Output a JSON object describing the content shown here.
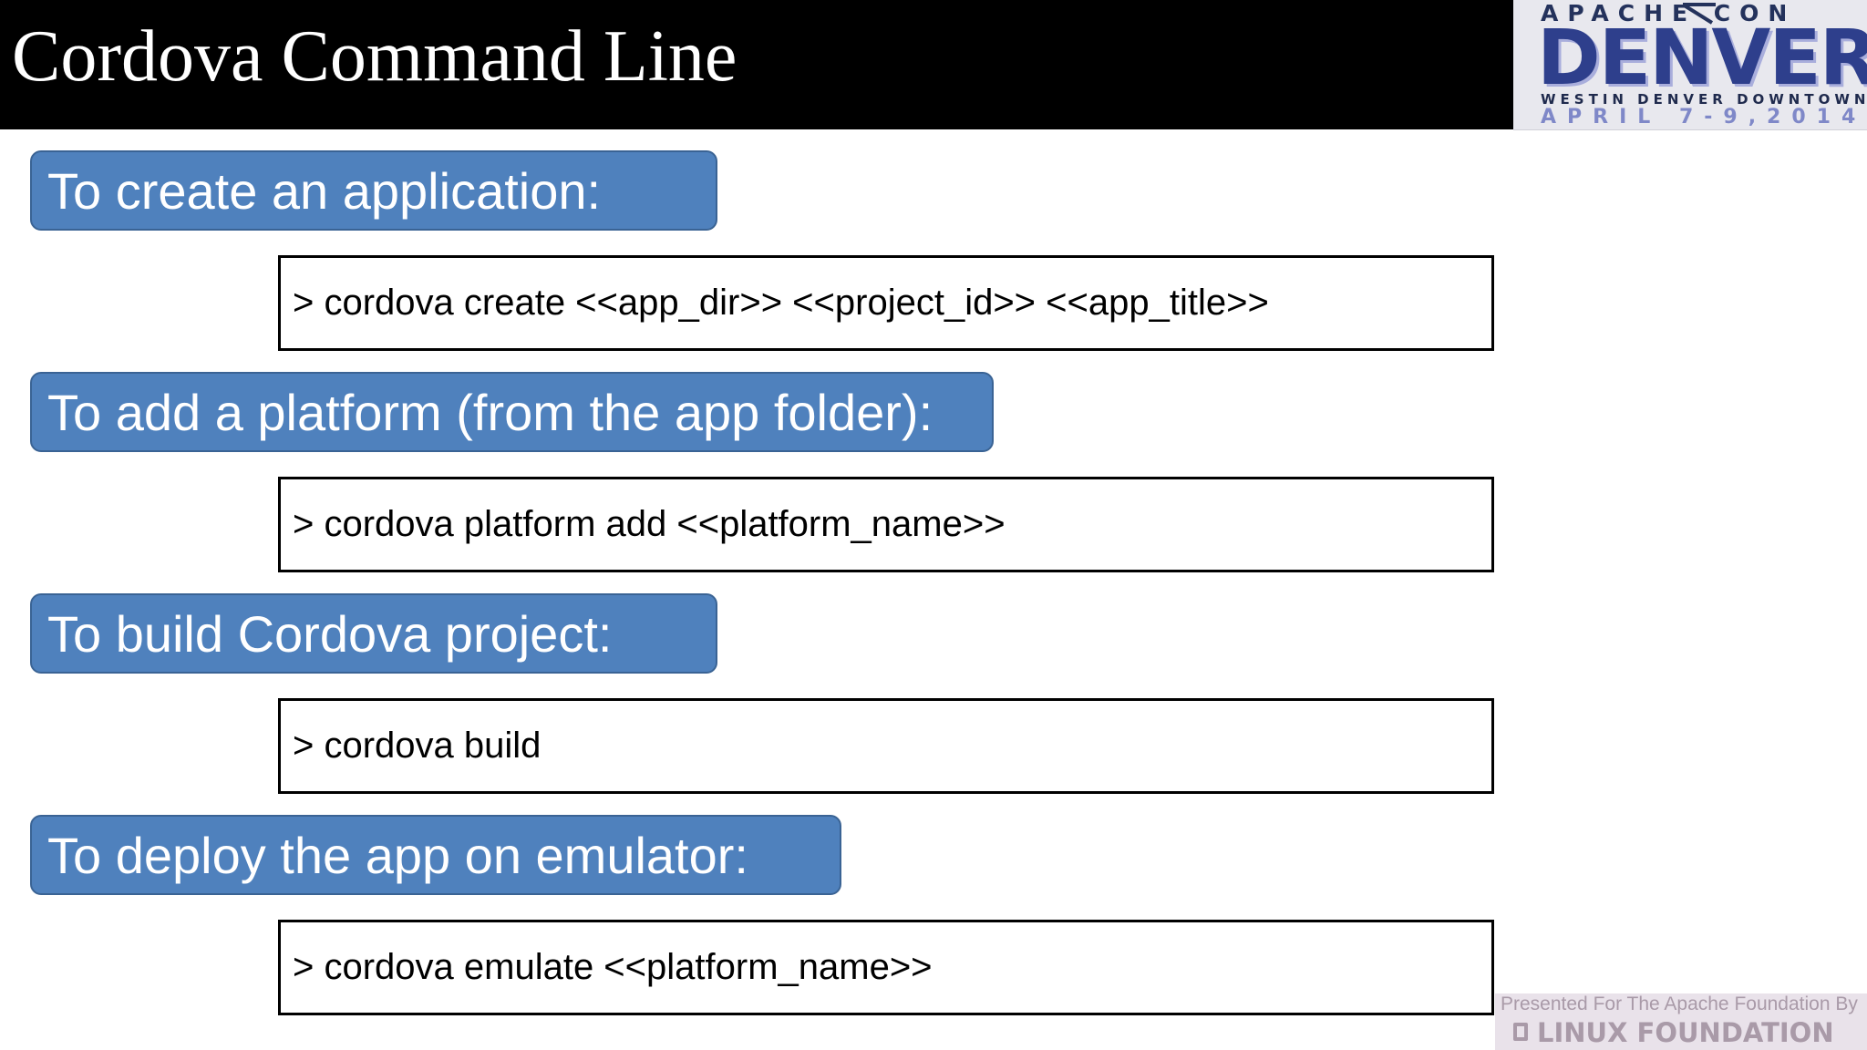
{
  "slide": {
    "title": "Cordova Command Line"
  },
  "logo": {
    "top": "APACHE CON",
    "main": "DENVER",
    "venue": "WESTIN DENVER DOWNTOWN",
    "dates": "APRIL 7-9,2014"
  },
  "steps": [
    {
      "label": "To create an application:",
      "command": "> cordova create <<app_dir>> <<project_id>> <<app_title>>"
    },
    {
      "label": "To add a platform (from the app folder):",
      "command": "> cordova platform add <<platform_name>>"
    },
    {
      "label": "To build Cordova project:",
      "command": "> cordova build"
    },
    {
      "label": "To deploy the app on emulator:",
      "command": "> cordova emulate <<platform_name>>"
    }
  ],
  "footer": {
    "line1": "Presented For The Apache Foundation By",
    "line2": "LINUX FOUNDATION"
  },
  "colors": {
    "header_bg": "#000000",
    "label_bg": "#4f81bd",
    "label_border": "#3a6394",
    "command_border": "#000000"
  }
}
